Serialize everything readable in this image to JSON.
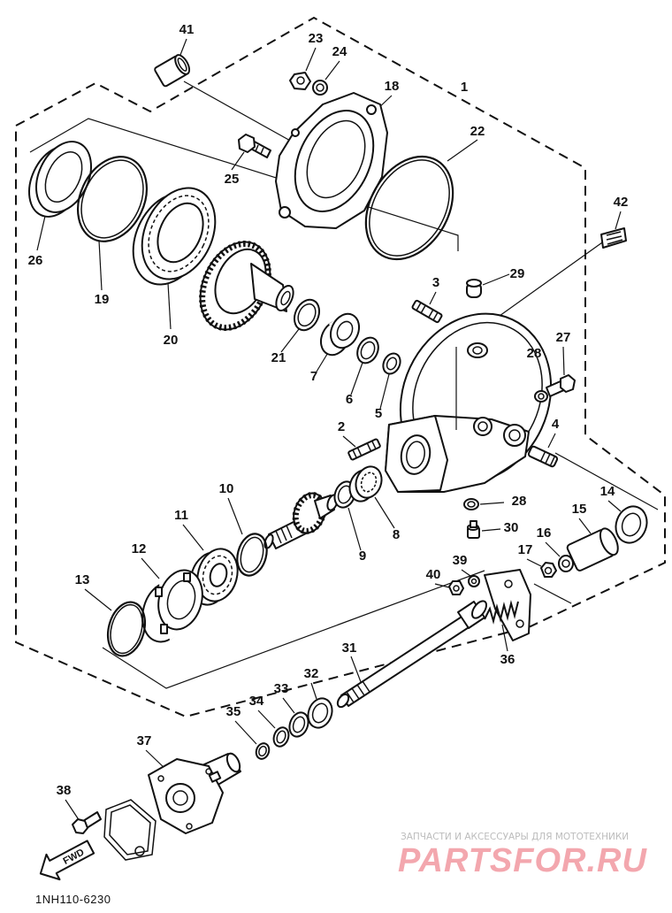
{
  "diagram": {
    "callouts": [
      "41",
      "23",
      "24",
      "18",
      "1",
      "25",
      "22",
      "26",
      "19",
      "20",
      "21",
      "7",
      "6",
      "5",
      "3",
      "29",
      "42",
      "28",
      "27",
      "2",
      "4",
      "10",
      "11",
      "12",
      "13",
      "9",
      "8",
      "28",
      "30",
      "15",
      "14",
      "16",
      "17",
      "39",
      "40",
      "31",
      "36",
      "32",
      "33",
      "34",
      "35",
      "37",
      "38"
    ],
    "direction_label": "FWD",
    "figure_code": "1NH110-6230"
  },
  "watermark": {
    "tagline": "ЗАПЧАСТИ И АКСЕССУАРЫ ДЛЯ МОТОТЕХНИКИ",
    "brand": "PARTSFOR.RU"
  },
  "colors": {
    "ink": "#111111",
    "background": "#ffffff",
    "watermark_tagline": "#bcbcbc",
    "watermark_brand": "#f3a7ae"
  }
}
